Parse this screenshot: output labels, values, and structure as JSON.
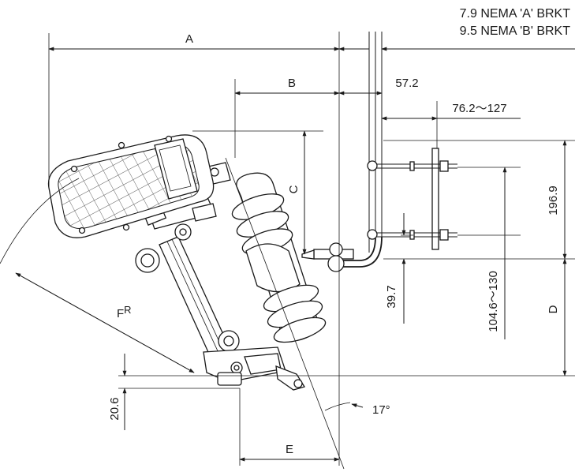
{
  "notes": {
    "nema_a": "7.9 NEMA 'A' BRKT",
    "nema_b": "9.5 NEMA 'B' BRKT"
  },
  "dimensions": {
    "a": "A",
    "b": "B",
    "c": "C",
    "d": "D",
    "e": "E",
    "fr_main": "F",
    "fr_sub": "R",
    "d_57_2": "57.2",
    "d_76_2_127": "76.2～127",
    "d_196_9": "196.9",
    "d_104_6_130": "104.6～130",
    "d_39_7": "39.7",
    "d_20_6": "20.6",
    "angle_17": "17°"
  }
}
